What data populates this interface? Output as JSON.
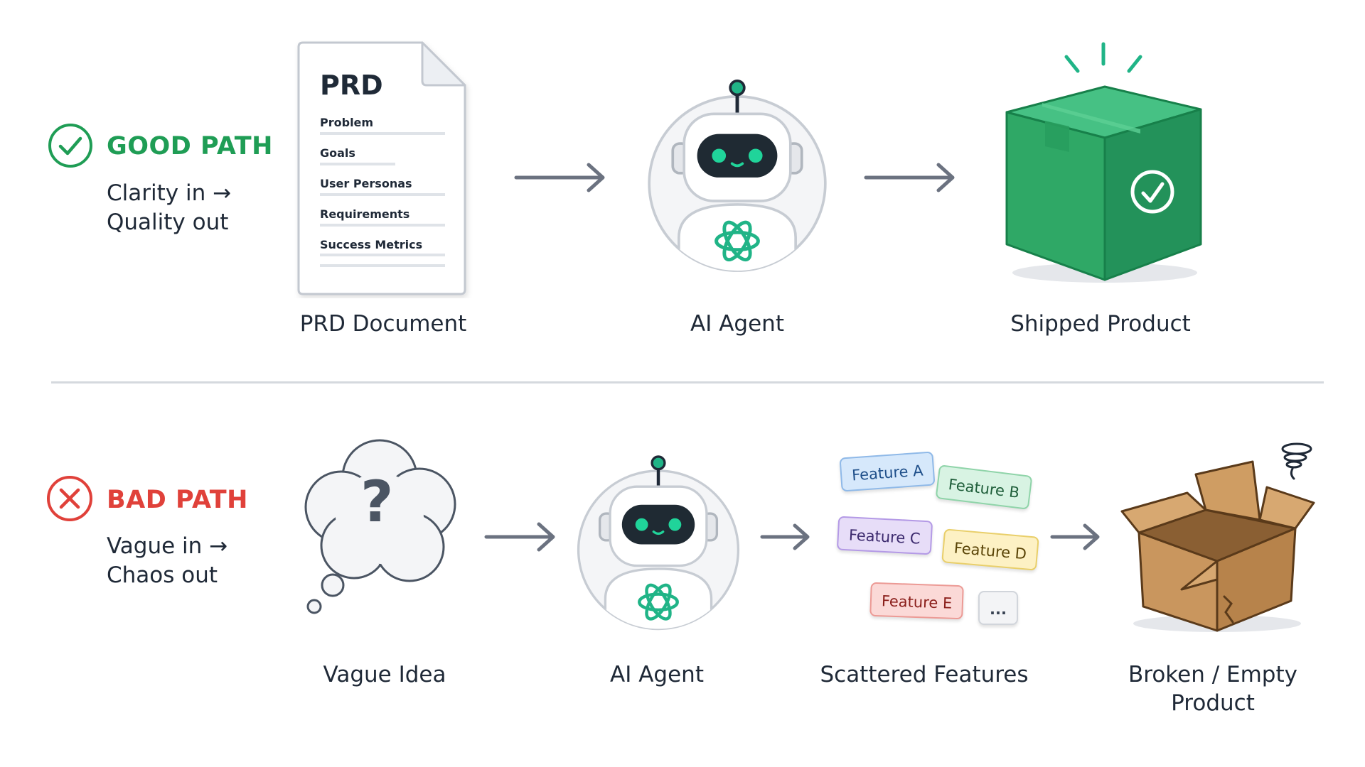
{
  "good_path": {
    "title": "GOOD PATH",
    "subtitle_line1": "Clarity in →",
    "subtitle_line2": "Quality out",
    "color": "#1f9d55",
    "icon": "check-circle-icon"
  },
  "bad_path": {
    "title": "BAD PATH",
    "subtitle_line1": "Vague in →",
    "subtitle_line2": "Chaos out",
    "color": "#e0413a",
    "icon": "x-circle-icon"
  },
  "prd_document": {
    "title": "PRD",
    "items": [
      "Problem",
      "Goals",
      "User Personas",
      "Requirements",
      "Success Metrics"
    ]
  },
  "nodes": {
    "prd_document": "PRD Document",
    "ai_agent_top": "AI Agent",
    "shipped_product": "Shipped Product",
    "vague_idea": "Vague Idea",
    "ai_agent_bottom": "AI Agent",
    "scattered_features": "Scattered Features",
    "broken_product_line1": "Broken / Empty",
    "broken_product_line2": "Product"
  },
  "vague_idea_symbol": "?",
  "features": [
    "Feature A",
    "Feature B",
    "Feature C",
    "Feature D",
    "Feature E",
    "..."
  ],
  "icons": {
    "robot": "robot-icon",
    "ai_logo": "openai-logo-icon",
    "arrow": "arrow-right-icon",
    "box_good": "green-box-icon",
    "box_bad": "open-cardboard-box-icon",
    "cloud": "thought-cloud-icon",
    "swirl": "dust-swirl-icon"
  },
  "colors": {
    "accent_teal": "#20b487",
    "box_green": "#2fa866",
    "cardboard": "#c9965e",
    "arrow": "#6b7280"
  }
}
